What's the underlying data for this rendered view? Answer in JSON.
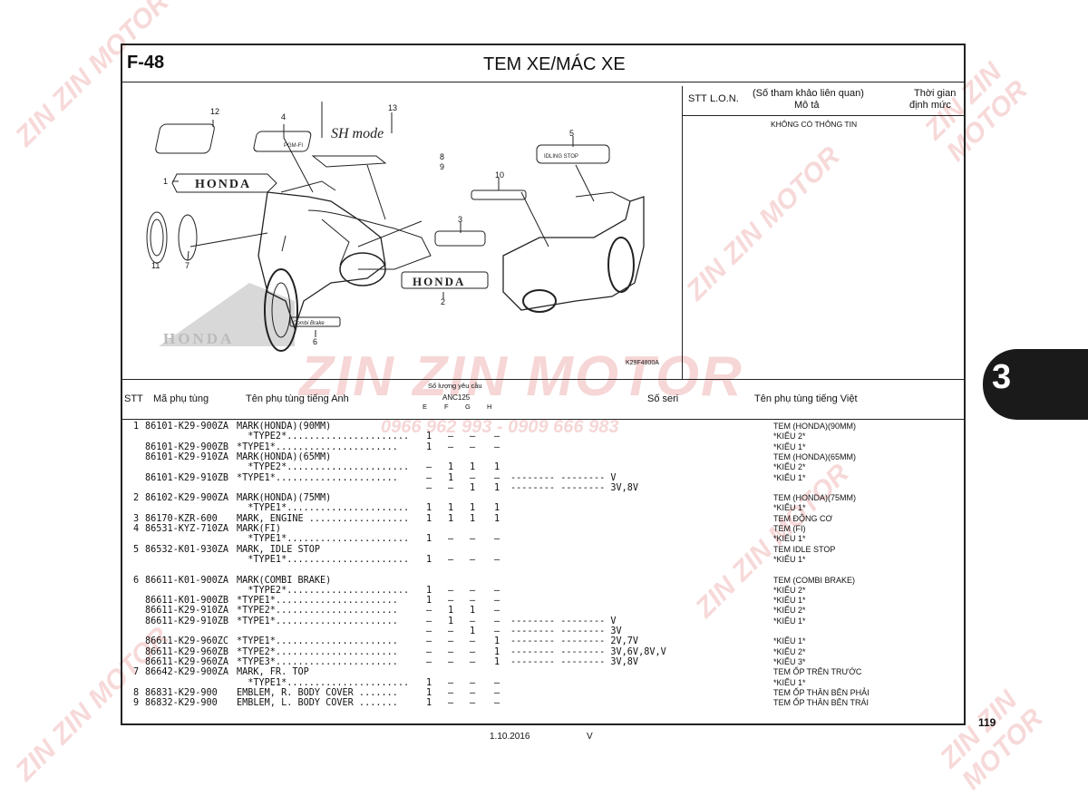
{
  "page": {
    "code": "F-48",
    "title": "TEM XE/MÁC XE",
    "page_number": "119",
    "tab_number": "3",
    "date": "1.10.2016",
    "rev": "V",
    "diagram_code": "K29F4800A"
  },
  "info_panel": {
    "col_stt": "STT",
    "col_lon": "L.O.N.",
    "col_desc_line1": "(Số tham khảo liên quan)",
    "col_desc_line2": "Mô tả",
    "col_time_line1": "Thời gian",
    "col_time_line2": "định mức",
    "empty_text": "KHÔNG CÓ THÔNG TIN"
  },
  "callouts": [
    "12",
    "4",
    "13",
    "1",
    "8",
    "9",
    "5",
    "10",
    "3",
    "11",
    "7",
    "2",
    "6"
  ],
  "diagram_texts": {
    "honda": "HONDA",
    "pgm_fi": "PGM-FI",
    "idle_stop": "IDLING STOP",
    "combi_brake": "Combi Brake",
    "sh_mode": "SH mode"
  },
  "columns": {
    "stt": "STT",
    "part_no": "Mã phụ tùng",
    "name_en": "Tên phụ tùng tiếng Anh",
    "qty_title": "Số lượng yêu cầu",
    "model": "ANC125",
    "types": [
      "E",
      "F",
      "G",
      "H"
    ],
    "serial": "Số seri",
    "name_vn": "Tên phụ tùng tiếng Việt"
  },
  "rows": [
    {
      "stt": "1",
      "part": "86101-K29-900ZA",
      "name": "MARK(HONDA)(90MM)",
      "q": [
        "",
        "",
        "",
        ""
      ],
      "serial": "",
      "vn": "TEM (HONDA)(90MM)"
    },
    {
      "stt": "",
      "part": "",
      "name": "  *TYPE2*......................",
      "q": [
        "1",
        "–",
        "–",
        "–"
      ],
      "serial": "",
      "vn": "*KIỂU 2*"
    },
    {
      "stt": "",
      "part": "86101-K29-900ZB",
      "name": "*TYPE1*......................",
      "q": [
        "1",
        "–",
        "–",
        "–"
      ],
      "serial": "",
      "vn": "*KIỂU 1*"
    },
    {
      "stt": "",
      "part": "86101-K29-910ZA",
      "name": "MARK(HONDA)(65MM)",
      "q": [
        "",
        "",
        "",
        ""
      ],
      "serial": "",
      "vn": "TEM (HONDA)(65MM)"
    },
    {
      "stt": "",
      "part": "",
      "name": "  *TYPE2*......................",
      "q": [
        "–",
        "1",
        "1",
        "1"
      ],
      "serial": "",
      "vn": "*KIỂU 2*"
    },
    {
      "stt": "",
      "part": "86101-K29-910ZB",
      "name": "*TYPE1*......................",
      "q": [
        "–",
        "1",
        "–",
        "–"
      ],
      "serial": "-------- -------- V",
      "vn": "*KIỂU 1*"
    },
    {
      "stt": "",
      "part": "",
      "name": "",
      "q": [
        "–",
        "–",
        "1",
        "1"
      ],
      "serial": "-------- -------- 3V,8V",
      "vn": ""
    },
    {
      "stt": "2",
      "part": "86102-K29-900ZA",
      "name": "MARK(HONDA)(75MM)",
      "q": [
        "",
        "",
        "",
        ""
      ],
      "serial": "",
      "vn": "TEM (HONDA)(75MM)"
    },
    {
      "stt": "",
      "part": "",
      "name": "  *TYPE1*......................",
      "q": [
        "1",
        "1",
        "1",
        "1"
      ],
      "serial": "",
      "vn": "*KIỂU 1*"
    },
    {
      "stt": "3",
      "part": "86170-KZR-600",
      "name": "MARK, ENGINE ..................",
      "q": [
        "1",
        "1",
        "1",
        "1"
      ],
      "serial": "",
      "vn": "TEM ĐỘNG CƠ"
    },
    {
      "stt": "4",
      "part": "86531-KYZ-710ZA",
      "name": "MARK(FI)",
      "q": [
        "",
        "",
        "",
        ""
      ],
      "serial": "",
      "vn": "TEM (FI)"
    },
    {
      "stt": "",
      "part": "",
      "name": "  *TYPE1*......................",
      "q": [
        "1",
        "–",
        "–",
        "–"
      ],
      "serial": "",
      "vn": "*KIỂU 1*"
    },
    {
      "stt": "5",
      "part": "86532-K01-930ZA",
      "name": "MARK, IDLE STOP",
      "q": [
        "",
        "",
        "",
        ""
      ],
      "serial": "",
      "vn": "TEM IDLE STOP"
    },
    {
      "stt": "",
      "part": "",
      "name": "  *TYPE1*......................",
      "q": [
        "1",
        "–",
        "–",
        "–"
      ],
      "serial": "",
      "vn": "*KIỂU 1*"
    },
    {
      "stt": "",
      "part": "",
      "name": "",
      "q": [
        "",
        "",
        "",
        ""
      ],
      "serial": "",
      "vn": ""
    },
    {
      "stt": "6",
      "part": "86611-K01-900ZA",
      "name": "MARK(COMBI BRAKE)",
      "q": [
        "",
        "",
        "",
        ""
      ],
      "serial": "",
      "vn": "TEM (COMBI BRAKE)"
    },
    {
      "stt": "",
      "part": "",
      "name": "  *TYPE2*......................",
      "q": [
        "1",
        "–",
        "–",
        "–"
      ],
      "serial": "",
      "vn": "*KIỂU 2*"
    },
    {
      "stt": "",
      "part": "86611-K01-900ZB",
      "name": "*TYPE1*......................",
      "q": [
        "1",
        "–",
        "–",
        "–"
      ],
      "serial": "",
      "vn": "*KIỂU 1*"
    },
    {
      "stt": "",
      "part": "86611-K29-910ZA",
      "name": "*TYPE2*......................",
      "q": [
        "–",
        "1",
        "1",
        "–"
      ],
      "serial": "",
      "vn": "*KIỂU 2*"
    },
    {
      "stt": "",
      "part": "86611-K29-910ZB",
      "name": "*TYPE1*......................",
      "q": [
        "–",
        "1",
        "–",
        "–"
      ],
      "serial": "-------- -------- V",
      "vn": "*KIỂU 1*"
    },
    {
      "stt": "",
      "part": "",
      "name": "",
      "q": [
        "–",
        "–",
        "1",
        "–"
      ],
      "serial": "-------- -------- 3V",
      "vn": ""
    },
    {
      "stt": "",
      "part": "86611-K29-960ZC",
      "name": "*TYPE1*......................",
      "q": [
        "–",
        "–",
        "–",
        "1"
      ],
      "serial": "-------- -------- 2V,7V",
      "vn": "*KIỂU 1*"
    },
    {
      "stt": "",
      "part": "86611-K29-960ZB",
      "name": "*TYPE2*......................",
      "q": [
        "–",
        "–",
        "–",
        "1"
      ],
      "serial": "-------- -------- 3V,6V,8V,V",
      "vn": "*KIỂU 2*"
    },
    {
      "stt": "",
      "part": "86611-K29-960ZA",
      "name": "*TYPE3*......................",
      "q": [
        "–",
        "–",
        "–",
        "1"
      ],
      "serial": "-------- -------- 3V,8V",
      "vn": "*KIỂU 3*"
    },
    {
      "stt": "7",
      "part": "86642-K29-900ZA",
      "name": "MARK, FR. TOP",
      "q": [
        "",
        "",
        "",
        ""
      ],
      "serial": "",
      "vn": "TEM ỐP TRÊN TRƯỚC"
    },
    {
      "stt": "",
      "part": "",
      "name": "  *TYPE1*......................",
      "q": [
        "1",
        "–",
        "–",
        "–"
      ],
      "serial": "",
      "vn": "*KIỂU 1*"
    },
    {
      "stt": "8",
      "part": "86831-K29-900",
      "name": "EMBLEM, R. BODY COVER .......",
      "q": [
        "1",
        "–",
        "–",
        "–"
      ],
      "serial": "",
      "vn": "TEM ỐP THÂN BÊN PHẢI"
    },
    {
      "stt": "9",
      "part": "86832-K29-900",
      "name": "EMBLEM, L. BODY COVER .......",
      "q": [
        "1",
        "–",
        "–",
        "–"
      ],
      "serial": "",
      "vn": "TEM ỐP THÂN BÊN TRÁI"
    }
  ],
  "watermark": {
    "brand": "ZIN ZIN MOTOR",
    "phone": "0966 962 993 - 0909 666 983"
  },
  "colors": {
    "accent": "#1a1a1a",
    "watermark": "#dc5050"
  }
}
